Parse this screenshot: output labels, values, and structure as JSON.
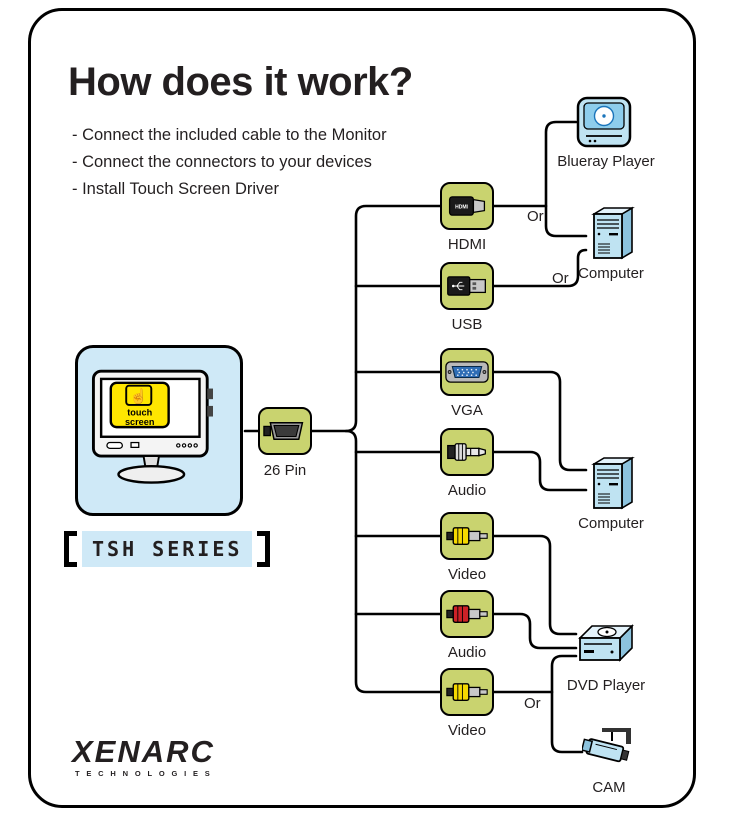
{
  "title": "How does it work?",
  "instructions": [
    "-  Connect the included cable to the Monitor",
    "-  Connect the connectors to your devices",
    "-  Install Touch Screen Driver"
  ],
  "monitor": {
    "series_label": "TSH SERIES",
    "touch_word": "touch",
    "screen_word": "screen",
    "hand_glyph": "☝"
  },
  "cable": {
    "label": "26 Pin"
  },
  "connectors": [
    {
      "id": "hdmi",
      "label": "HDMI",
      "plug_text": "HDMI"
    },
    {
      "id": "usb",
      "label": "USB"
    },
    {
      "id": "vga",
      "label": "VGA"
    },
    {
      "id": "audio-jack",
      "label": "Audio"
    },
    {
      "id": "video-rca",
      "label": "Video"
    },
    {
      "id": "audio-rca",
      "label": "Audio"
    },
    {
      "id": "video-rca-2",
      "label": "Video"
    }
  ],
  "devices": [
    {
      "id": "blueray-player",
      "label": "Blueray Player"
    },
    {
      "id": "computer-top",
      "label": "Computer"
    },
    {
      "id": "computer-bottom",
      "label": "Computer"
    },
    {
      "id": "dvd-player",
      "label": "DVD Player"
    },
    {
      "id": "cam",
      "label": "CAM"
    }
  ],
  "or_labels": [
    "Or",
    "Or",
    "Or"
  ],
  "logo": {
    "brand": "XENARC",
    "tagline": "TECHNOLOGIES"
  },
  "colors": {
    "connector_tile": "#c9d36f",
    "panel_blue": "#cfe9f7",
    "device_blue": "#bfe3f2",
    "touch_yellow": "#ffe600",
    "rca_red": "#cc2127",
    "rca_yellow": "#f5d800",
    "vga_blue": "#2f6db5",
    "line_black": "#000000"
  }
}
